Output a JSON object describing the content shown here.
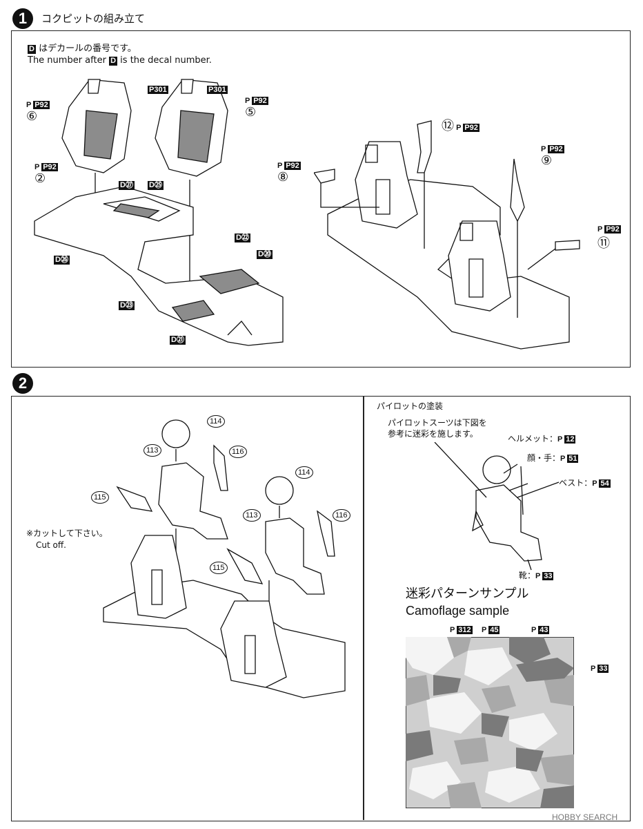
{
  "step1": {
    "number": "1",
    "title": "コクピットの組み立て",
    "note_badge": "D",
    "note_jp_suffix": "はデカールの番号です。",
    "note_en_prefix": "The number after",
    "note_en_suffix": "is the decal number.",
    "callouts": [
      {
        "part": "⑥",
        "paint": "P92"
      },
      {
        "part": "②",
        "paint": "P92"
      },
      {
        "part": "⑤",
        "paint": "P92"
      },
      {
        "part": "⑧",
        "paint": "P92"
      },
      {
        "part": "⑫",
        "paint": "P92"
      },
      {
        "part": "⑨",
        "paint": "P92"
      },
      {
        "part": "⑪",
        "paint": "P92"
      }
    ],
    "seat_paint": "P301",
    "decals": [
      "D㉗",
      "D㉕",
      "D㉖",
      "D㉒",
      "D⑳",
      "D㉓",
      "D㉑"
    ]
  },
  "step2": {
    "number": "2",
    "parts": [
      "114",
      "113",
      "116",
      "115"
    ],
    "cut_note_jp": "※カットして下さい。",
    "cut_note_en": "Cut off."
  },
  "pilot": {
    "heading": "パイロットの塗装",
    "suit_note_line1": "パイロットスーツは下図を",
    "suit_note_line2": "参考に迷彩を施します。",
    "helmet": "ヘルメット：",
    "helmet_paint": "12",
    "face_hand": "顔・手：",
    "face_hand_paint": "51",
    "vest": "ベスト：",
    "vest_paint": "54",
    "boots": "靴：",
    "boots_paint": "33",
    "camo_title_jp": "迷彩パターンサンプル",
    "camo_title_en": "Camoflage sample",
    "camo_paints": [
      "312",
      "45",
      "43",
      "33"
    ],
    "camo_colors": {
      "base": "#cfcfcf",
      "light": "#f4f4f4",
      "mid": "#a9a9a9",
      "dark": "#7a7a7a"
    }
  },
  "footer": {
    "watermark": "HOBBY SEARCH"
  }
}
